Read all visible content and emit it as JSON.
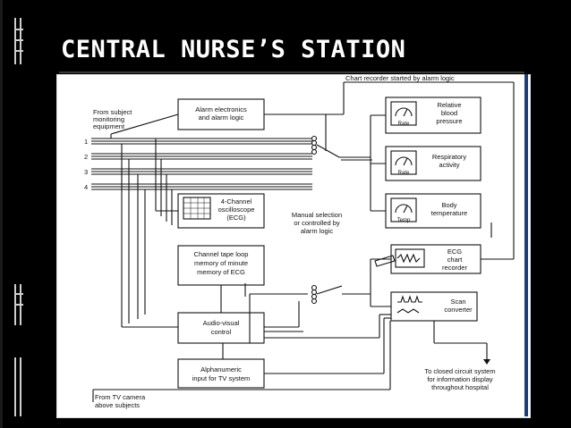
{
  "slide": {
    "title": "CENTRAL NURSE’S STATION"
  },
  "diagram": {
    "top_note": "Chart recorder started by alarm logic",
    "from_subject": [
      "From subject",
      "monitoring",
      "equipment"
    ],
    "channel_numbers": [
      "1",
      "2",
      "3",
      "4"
    ],
    "alarm_box": [
      "Alarm electronics",
      "and alarm logic"
    ],
    "oscilloscope_box": [
      "4-Channel",
      "oscilloscope",
      "(ECG)"
    ],
    "tape_loop_box": [
      "Channel tape loop",
      "memory of minute",
      "memory of ECG"
    ],
    "manual_selection": [
      "Manual selection",
      "or controlled by",
      "alarm logic"
    ],
    "audio_visual_box": [
      "Audio-visual",
      "control"
    ],
    "alphanumeric_box": [
      "Alphanumeric",
      "input for TV system"
    ],
    "relative_bp": {
      "lines": [
        "Relative",
        "blood",
        "pressure"
      ],
      "meter_label": "Rate"
    },
    "respiratory": {
      "lines": [
        "Respiratory",
        "activity"
      ],
      "meter_label": "Rate"
    },
    "body_temp": {
      "lines": [
        "Body",
        "temperature"
      ],
      "meter_label": "Temp"
    },
    "ecg_recorder": [
      "ECG",
      "chart",
      "recorder"
    ],
    "scan_converter": [
      "Scan",
      "converter"
    ],
    "closed_circuit": [
      "To closed circuit system",
      "for information display",
      "throughout hospital"
    ],
    "from_tv_camera": [
      "From TV camera",
      "above subjects"
    ]
  }
}
